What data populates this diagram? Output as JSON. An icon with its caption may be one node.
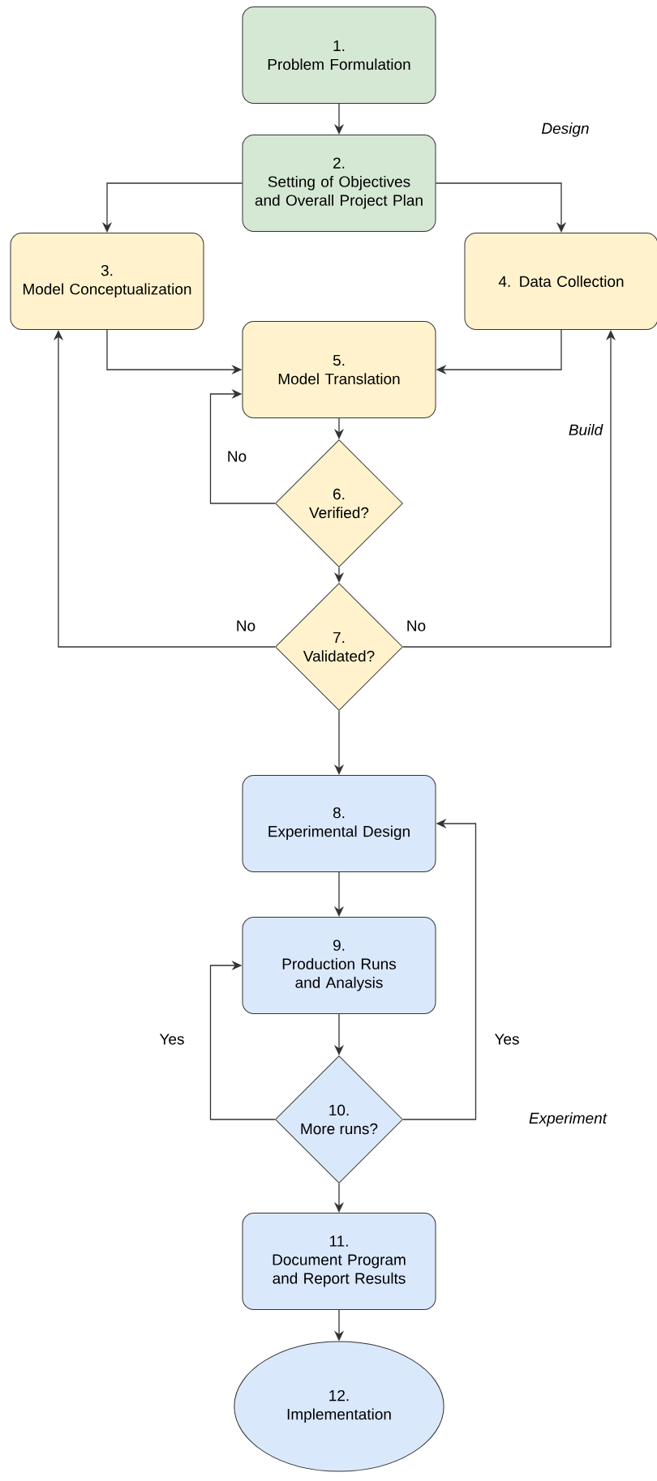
{
  "diagram": {
    "nodes": [
      {
        "text": [
          "1.",
          "Problem Formulation"
        ]
      },
      {
        "text": [
          "2.",
          "Setting of Objectives and Overall Project Plan"
        ]
      },
      {
        "text": [
          "3.",
          "Model Conceptualization"
        ]
      },
      {
        "text": [
          "4. Data Collection"
        ]
      },
      {
        "text": [
          "5.",
          "Model Translation"
        ]
      },
      {
        "text": [
          "6.",
          "Verified?"
        ]
      },
      {
        "text": [
          "7.",
          "Validated?"
        ]
      },
      {
        "text": [
          "8.",
          "Experimental Design"
        ]
      },
      {
        "text": [
          "9.",
          "Production Runs and Analysis"
        ]
      },
      {
        "text": [
          "10.",
          "More runs?"
        ]
      },
      {
        "text": [
          "11.",
          "Document Program and Report Results"
        ]
      },
      {
        "text": [
          "12.",
          "Implementation"
        ]
      }
    ],
    "edges": [
      {
        "from": 0,
        "to": 1,
        "arrow": "to"
      },
      {
        "from": 1,
        "to": 2,
        "arrow": "to"
      },
      {
        "from": 1,
        "to": 3,
        "arrow": "to"
      },
      {
        "from": 2,
        "to": 4,
        "arrow": "to"
      },
      {
        "from": 3,
        "to": 4,
        "arrow": "to"
      },
      {
        "from": 4,
        "to": 5,
        "arrow": "to"
      },
      {
        "from": 5,
        "to": 4,
        "arrow": "to",
        "label": "No"
      },
      {
        "from": 5,
        "to": 6,
        "arrow": "to"
      },
      {
        "from": 6,
        "to": 2,
        "arrow": "to",
        "label": "No"
      },
      {
        "from": 6,
        "to": 3,
        "arrow": "to",
        "label": "No"
      },
      {
        "from": 6,
        "to": 7,
        "arrow": "to"
      },
      {
        "from": 7,
        "to": 8,
        "arrow": "to"
      },
      {
        "from": 8,
        "to": 9,
        "arrow": "to"
      },
      {
        "from": 9,
        "to": 8,
        "arrow": "to",
        "label": "Yes"
      },
      {
        "from": 9,
        "to": 7,
        "arrow": "to",
        "label": "Yes"
      },
      {
        "from": 9,
        "to": 10,
        "arrow": "to"
      },
      {
        "from": 10,
        "to": 11,
        "arrow": "to"
      }
    ],
    "labels": [
      "Design",
      "Build",
      "Experiment"
    ]
  }
}
